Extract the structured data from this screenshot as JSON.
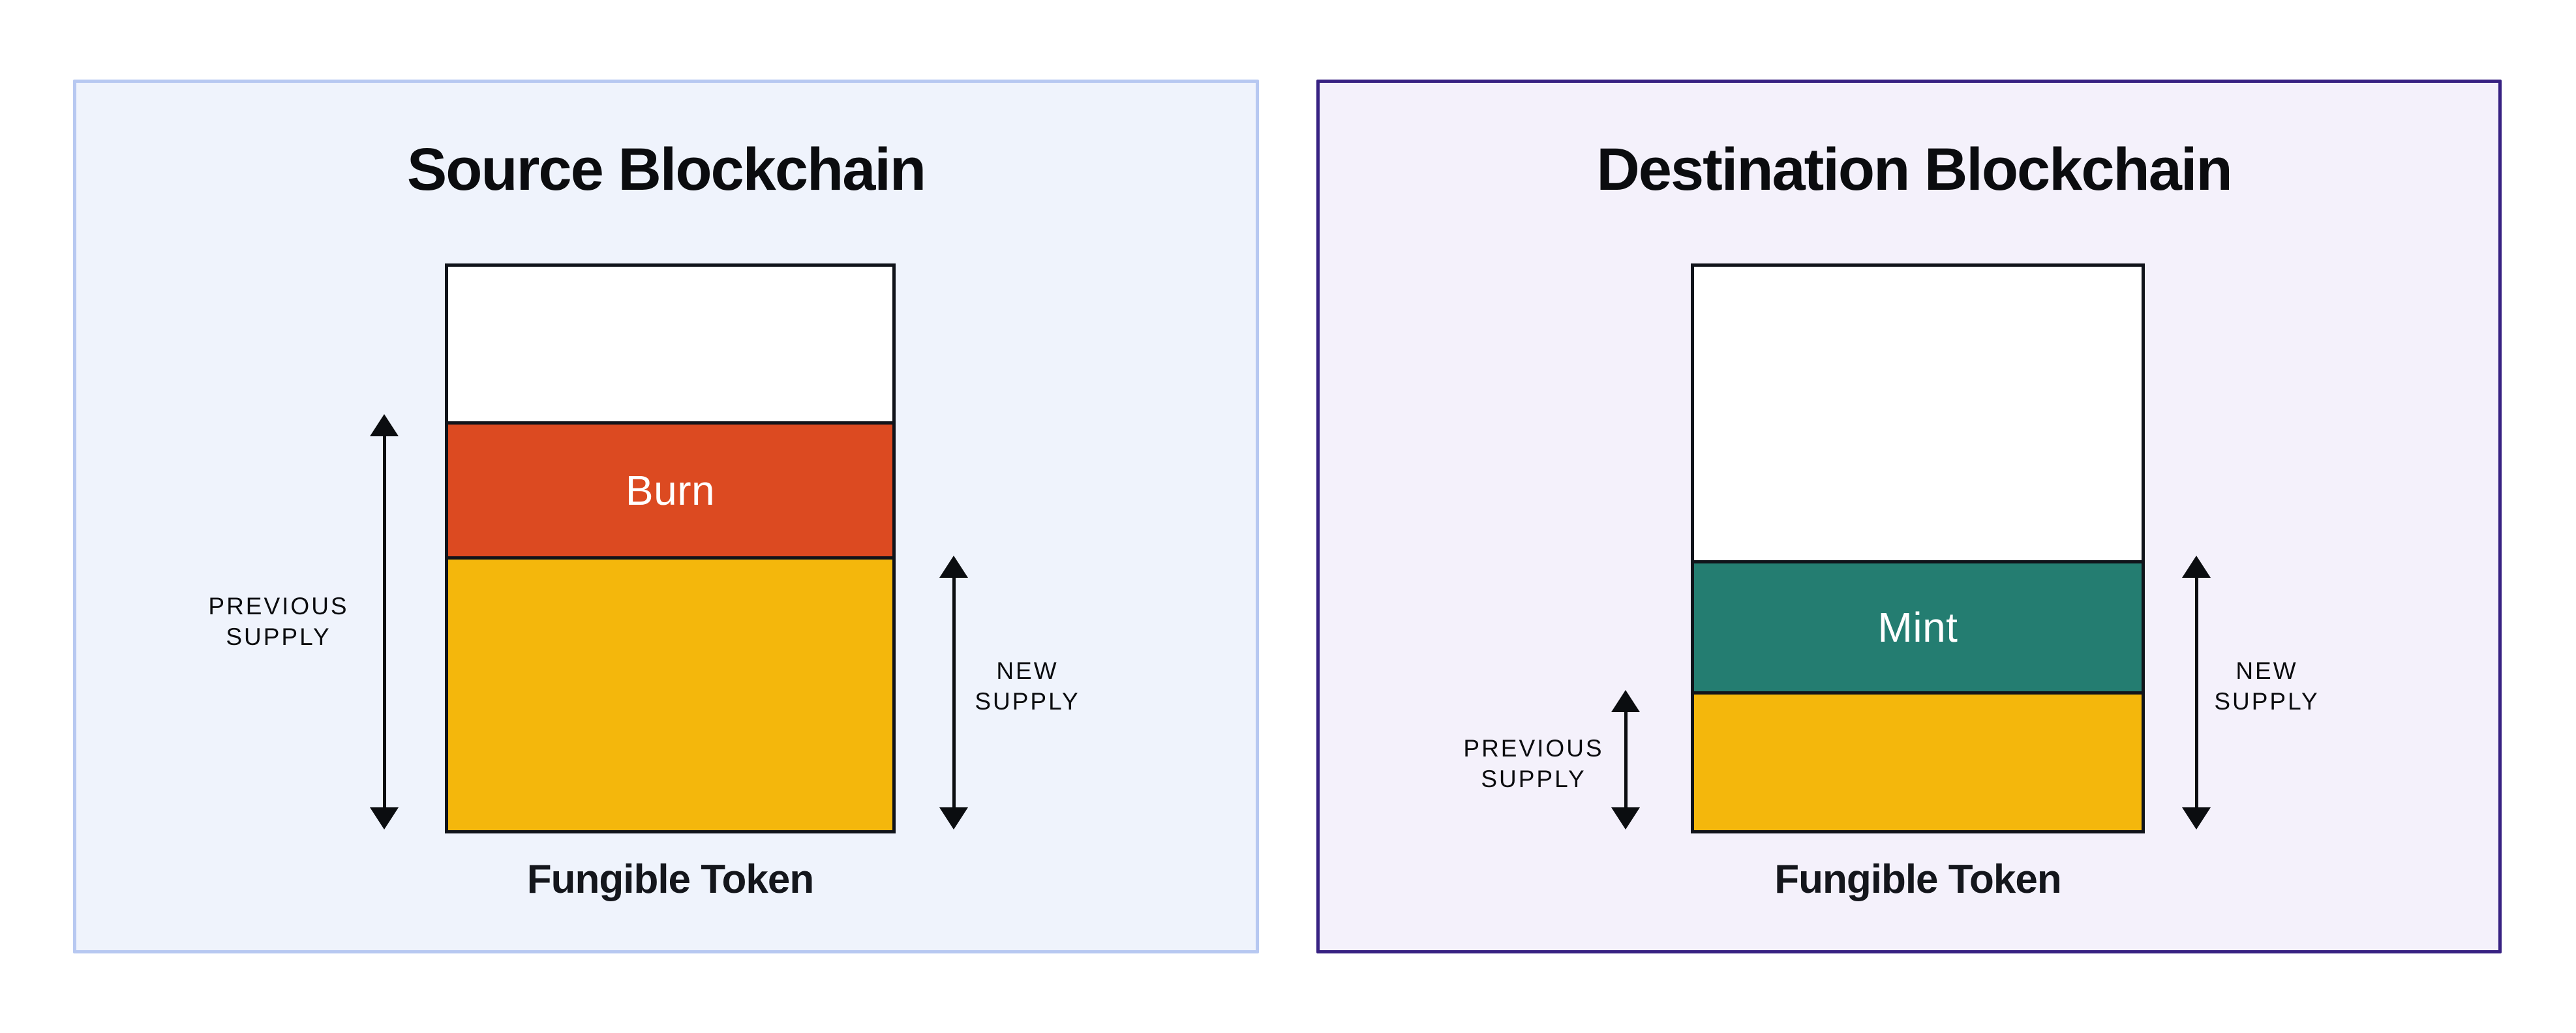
{
  "diagram": {
    "panels": [
      {
        "title": "Source Blockchain",
        "token_footer": "Fungible Token",
        "segment_label": "Burn",
        "left_arrow_label": {
          "line1": "PREVIOUS",
          "line2": "SUPPLY"
        },
        "right_arrow_label": {
          "line1": "NEW",
          "line2": "SUPPLY"
        },
        "colors": {
          "panel_bg": "#EFF3FC",
          "panel_border": "#B7C8F1",
          "action_segment": "#DC4A21",
          "base_segment": "#F4B70C"
        }
      },
      {
        "title": "Destination Blockchain",
        "token_footer": "Fungible Token",
        "segment_label": "Mint",
        "left_arrow_label": {
          "line1": "PREVIOUS",
          "line2": "SUPPLY"
        },
        "right_arrow_label": {
          "line1": "NEW",
          "line2": "SUPPLY"
        },
        "colors": {
          "panel_bg": "#F4F1FB",
          "panel_border": "#372182",
          "action_segment": "#247D71",
          "base_segment": "#F4B70C"
        }
      }
    ],
    "shared_colors": {
      "box_border": "#10131A",
      "arrow": "#0B0D10",
      "label_text": "#0B0C0F",
      "segment_text": "#FFFFFF",
      "page_bg": "#FFFFFF"
    }
  }
}
